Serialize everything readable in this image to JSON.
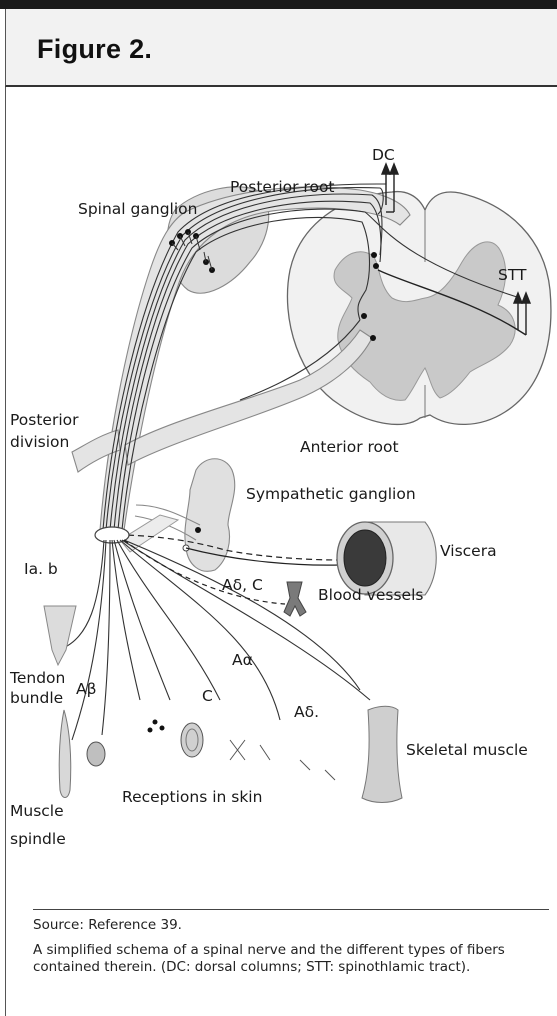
{
  "figure_title": "Figure 2.",
  "labels": {
    "dc": "DC",
    "posterior_root": "Posterior root",
    "spinal_ganglion": "Spinal ganglion",
    "stt": "STT",
    "posterior_division_1": "Posterior",
    "posterior_division_2": "division",
    "anterior_root": "Anterior root",
    "sympathetic_ganglion": "Sympathetic ganglion",
    "viscera": "Viscera",
    "ia_b": "Ia. b",
    "a_delta_c": "Aδ, C",
    "blood_vessels": "Blood vessels",
    "tendon_1": "Tendon",
    "tendon_2": "bundle",
    "a_alpha": "Aα",
    "a_beta": "Aβ",
    "c_fiber": "C",
    "a_delta": "Aδ.",
    "skeletal_muscle": "Skeletal muscle",
    "receptions_in_skin": "Receptions in skin",
    "muscle_spindle_1": "Muscle",
    "muscle_spindle_2": "spindle"
  },
  "source": "Source: Reference 39.",
  "caption": "A simplified schema of a spinal nerve and the different types of fibers contained therein. (DC: dorsal columns; STT: spinothlamic tract)."
}
